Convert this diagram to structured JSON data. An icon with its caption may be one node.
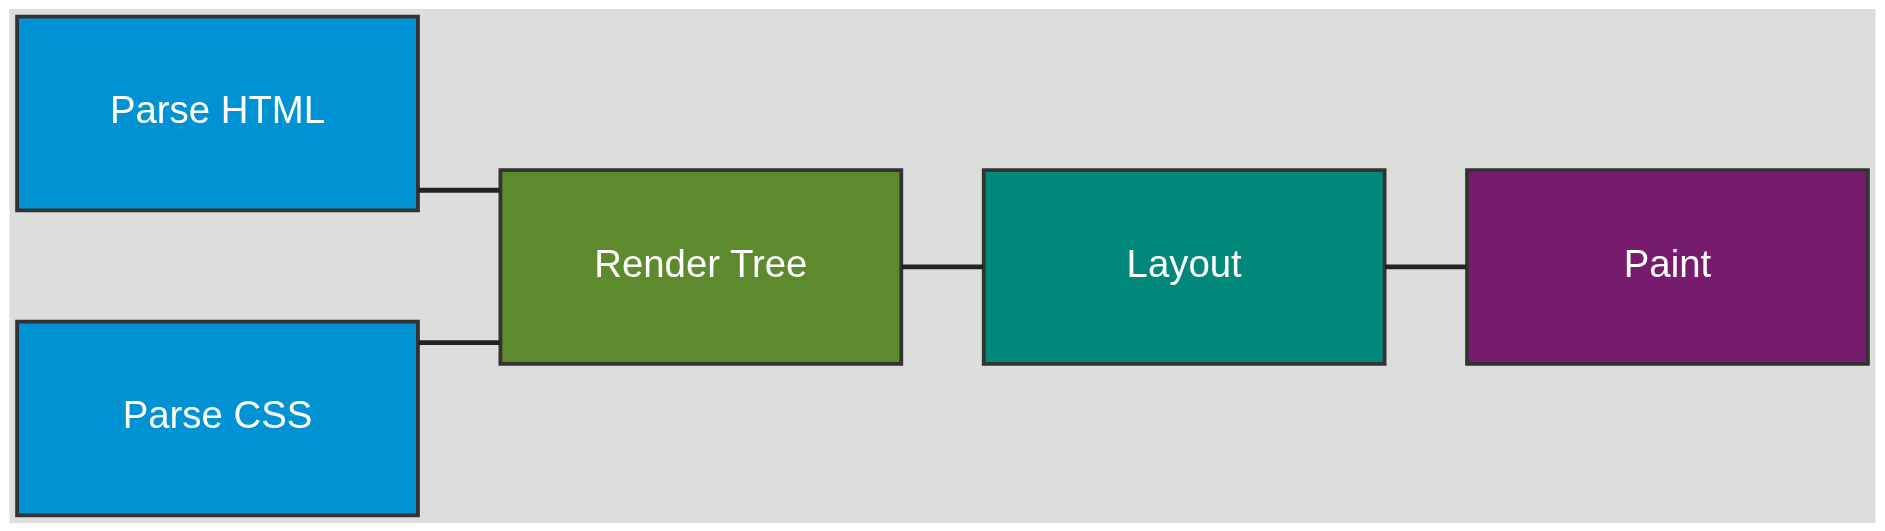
{
  "diagram": {
    "nodes": [
      {
        "text": [
          "Parse HTML"
        ]
      },
      {
        "text": [
          "Parse CSS"
        ]
      },
      {
        "text": [
          "Render Tree"
        ]
      },
      {
        "text": [
          "Layout"
        ]
      },
      {
        "text": [
          "Paint"
        ]
      }
    ],
    "edges": [
      {
        "from": 0,
        "to": 2,
        "arrow": "none"
      },
      {
        "from": 1,
        "to": 2,
        "arrow": "none"
      },
      {
        "from": 2,
        "to": 3,
        "arrow": "none"
      },
      {
        "from": 3,
        "to": 4,
        "arrow": "none"
      }
    ]
  }
}
